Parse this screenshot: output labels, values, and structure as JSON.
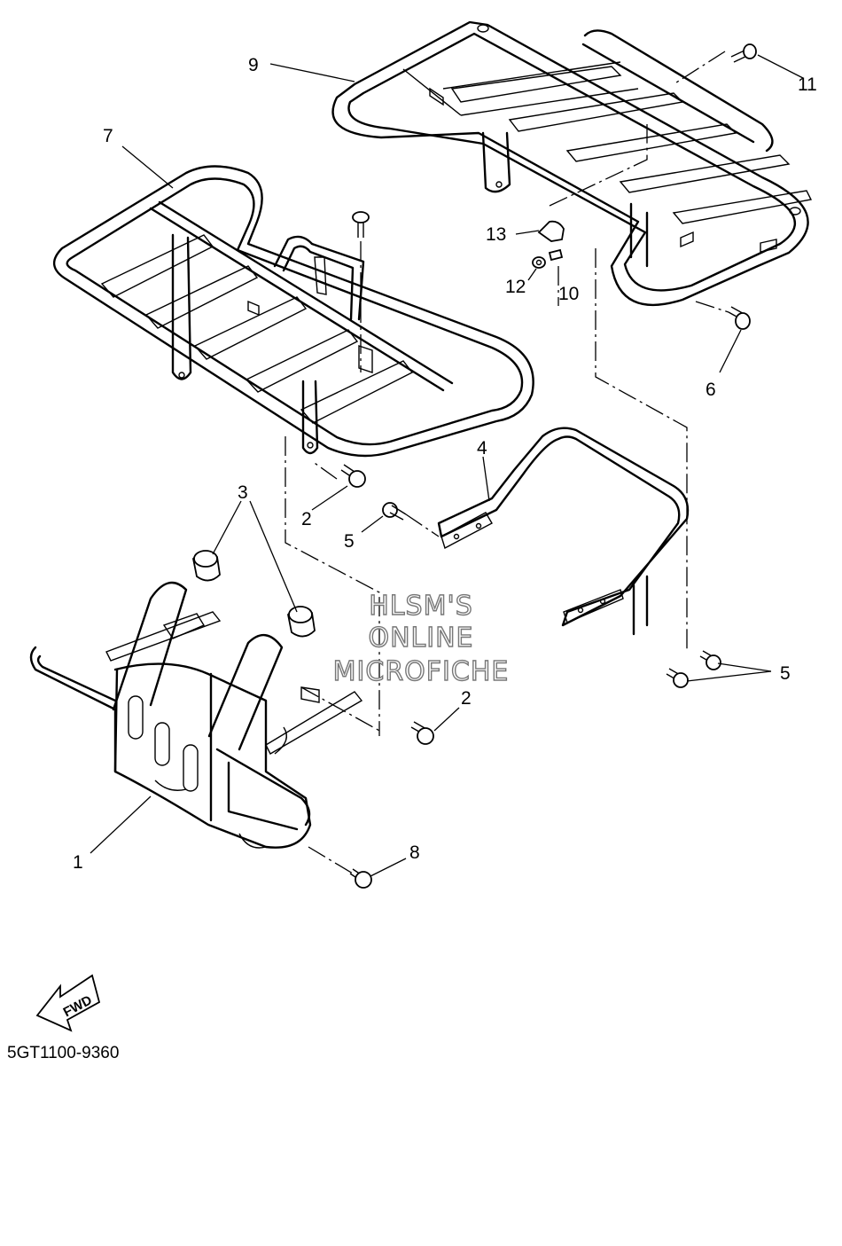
{
  "diagram": {
    "callouts": [
      {
        "id": "c1",
        "label": "1"
      },
      {
        "id": "c2a",
        "label": "2"
      },
      {
        "id": "c2b",
        "label": "2"
      },
      {
        "id": "c3",
        "label": "3"
      },
      {
        "id": "c4",
        "label": "4"
      },
      {
        "id": "c5a",
        "label": "5"
      },
      {
        "id": "c5b",
        "label": "5"
      },
      {
        "id": "c6",
        "label": "6"
      },
      {
        "id": "c7",
        "label": "7"
      },
      {
        "id": "c8",
        "label": "8"
      },
      {
        "id": "c9",
        "label": "9"
      },
      {
        "id": "c10",
        "label": "10"
      },
      {
        "id": "c11",
        "label": "11"
      },
      {
        "id": "c12",
        "label": "12"
      },
      {
        "id": "c13",
        "label": "13"
      }
    ],
    "watermark": [
      "HLSM'S",
      "ONLINE",
      "MICROFICHE"
    ],
    "fwd_label": "FWD",
    "drawing_code": "5GT1100-9360"
  }
}
